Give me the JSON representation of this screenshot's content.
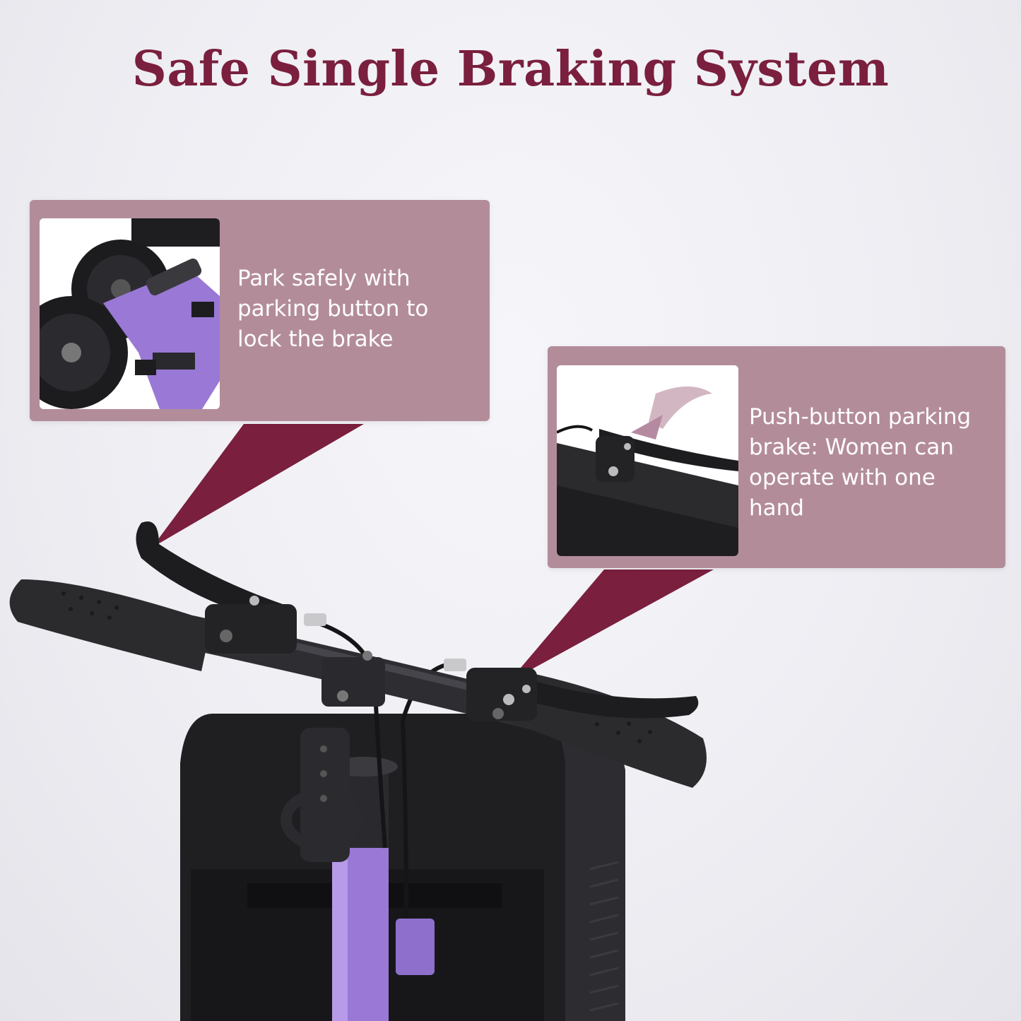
{
  "title": "Safe Single Braking System",
  "callouts": [
    {
      "lines": [
        "Park safely with",
        "parking button to",
        "lock the brake"
      ],
      "photo_icon": "rear-wheels-brake-icon"
    },
    {
      "lines": [
        "Push-button parking",
        "brake: Women can",
        "operate with one",
        "hand"
      ],
      "photo_icon": "brake-lever-button-icon"
    }
  ],
  "colors": {
    "title": "#7a1f3d",
    "callout_bg": "#b38c9a",
    "pointer": "#7a1f3d",
    "scooter_frame": "#9a78d6",
    "grip": "#2b2b2e"
  }
}
